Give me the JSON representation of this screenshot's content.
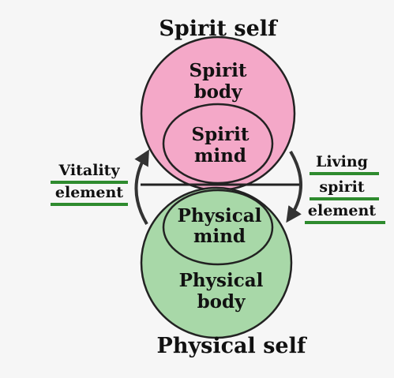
{
  "titles": {
    "top": "Spirit self",
    "bottom": "Physical self"
  },
  "spirit_circle": {
    "label_line1": "Spirit",
    "label_line2": "body",
    "fill": "#f4a8c8",
    "inner": {
      "label_line1": "Spirit",
      "label_line2": "mind"
    }
  },
  "physical_circle": {
    "label_line1": "Physical",
    "label_line2": "body",
    "fill": "#a8d8a8",
    "inner": {
      "label_line1": "Physical",
      "label_line2": "mind"
    }
  },
  "left_label": {
    "line1": "Vitality",
    "line2": "element"
  },
  "right_label": {
    "line1": "Living",
    "line2": "spirit",
    "line3": "element"
  },
  "colors": {
    "underline": "#2e8b2e",
    "outline": "#222222",
    "arrow": "#333333"
  }
}
